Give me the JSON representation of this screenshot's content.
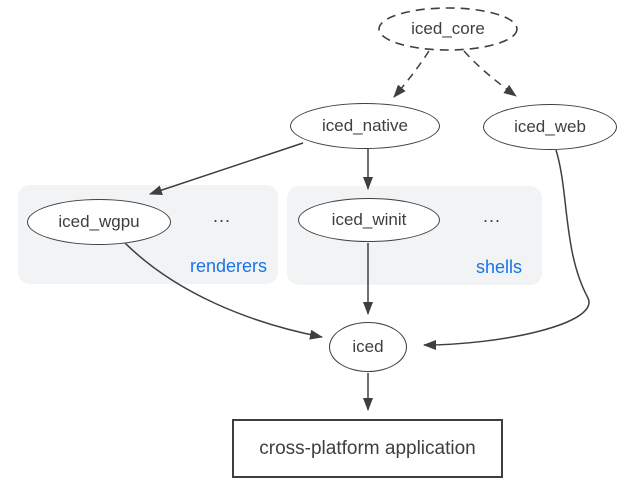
{
  "diagram": {
    "background": "#ffffff",
    "colors": {
      "stroke": "#3c4043",
      "text": "#3c4043",
      "group_label_blue": "#1a73e8",
      "group_fill": "#f1f3f4",
      "node_fill": "#ffffff"
    },
    "nodes": {
      "iced_core": {
        "label": "iced_core",
        "shape": "ellipse-dashed"
      },
      "iced_native": {
        "label": "iced_native",
        "shape": "ellipse"
      },
      "iced_web": {
        "label": "iced_web",
        "shape": "ellipse"
      },
      "iced_wgpu": {
        "label": "iced_wgpu",
        "shape": "ellipse"
      },
      "iced_winit": {
        "label": "iced_winit",
        "shape": "ellipse"
      },
      "iced": {
        "label": "iced",
        "shape": "ellipse"
      },
      "app": {
        "label": "cross-platform application",
        "shape": "rect"
      }
    },
    "groups": {
      "renderers": {
        "label": "renderers",
        "more": "..."
      },
      "shells": {
        "label": "shells",
        "more": "..."
      }
    },
    "edges": [
      {
        "from": "iced_core",
        "to": "iced_native",
        "style": "dashed"
      },
      {
        "from": "iced_core",
        "to": "iced_web",
        "style": "dashed"
      },
      {
        "from": "iced_native",
        "to": "iced_wgpu",
        "style": "solid"
      },
      {
        "from": "iced_native",
        "to": "iced_winit",
        "style": "solid"
      },
      {
        "from": "iced_wgpu",
        "to": "iced",
        "style": "solid"
      },
      {
        "from": "iced_winit",
        "to": "iced",
        "style": "solid"
      },
      {
        "from": "iced_web",
        "to": "iced",
        "style": "solid"
      },
      {
        "from": "iced",
        "to": "app",
        "style": "solid"
      }
    ]
  }
}
